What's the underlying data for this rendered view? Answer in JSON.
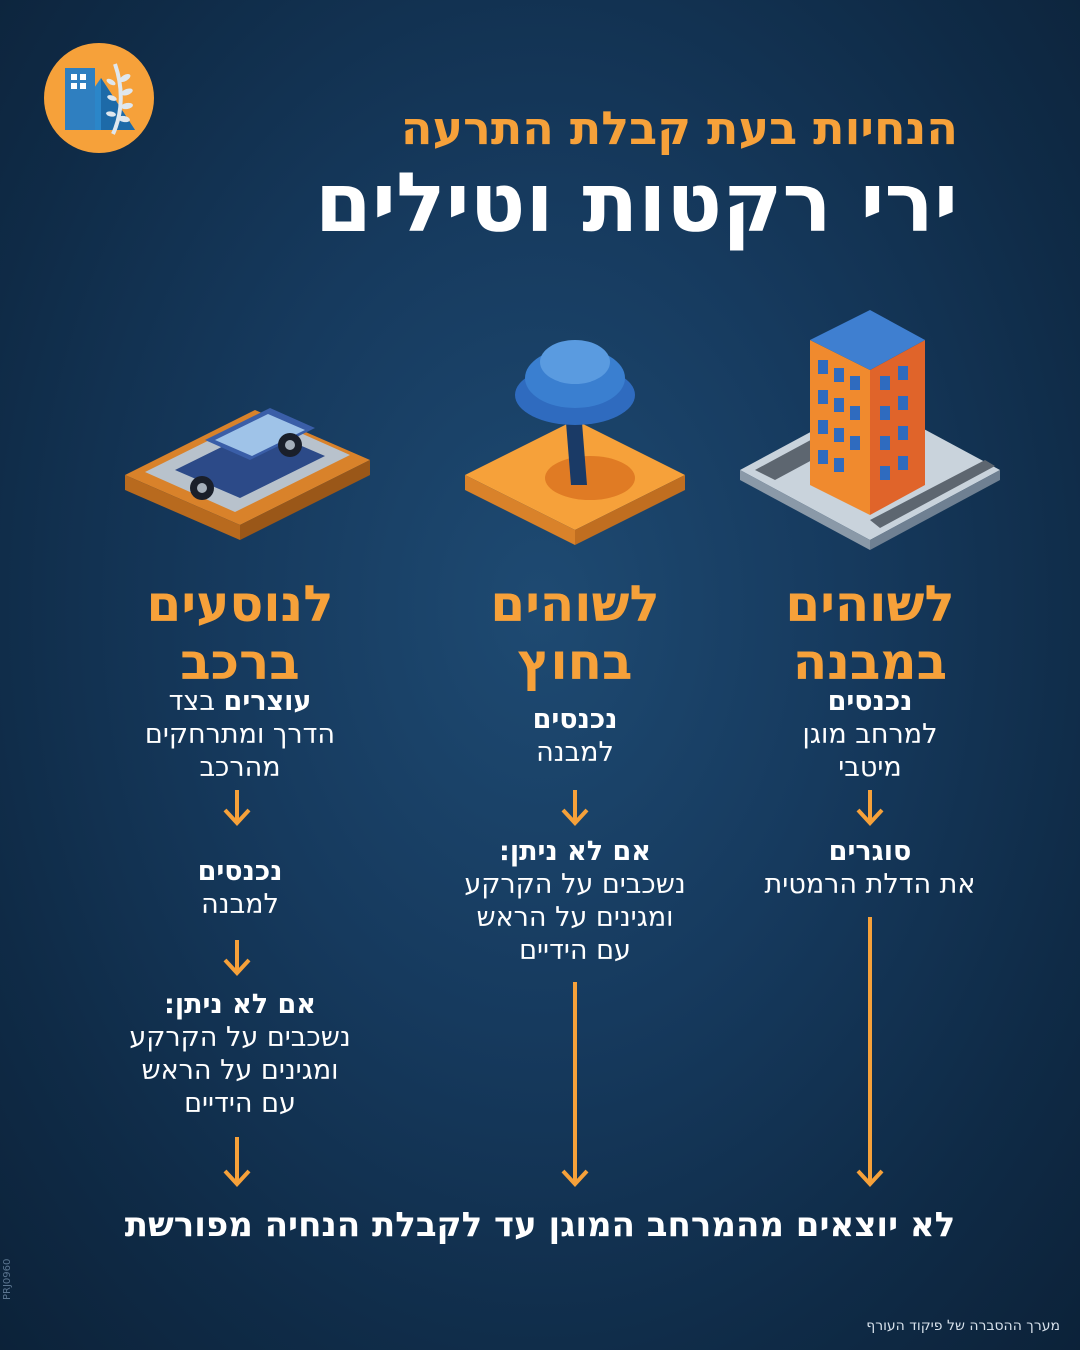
{
  "header": {
    "subtitle": "הנחיות בעת קבלת התרעה",
    "title": "ירי רקטות וטילים"
  },
  "columns": {
    "building": {
      "title_line1": "לשוהים",
      "title_line2": "במבנה",
      "step1_bold": "נכנסים",
      "step1_text1": "למרחב מוגן",
      "step1_text2": "מיטבי",
      "step2_bold": "סוגרים",
      "step2_text1": "את הדלת הרמטית"
    },
    "outside": {
      "title_line1": "לשוהים",
      "title_line2": "בחוץ",
      "step1_bold": "נכנסים",
      "step1_text1": "למבנה",
      "step2_bold": "אם לא ניתן:",
      "step2_text1": "נשכבים על הקרקע",
      "step2_text2": "ומגינים על הראש",
      "step2_text3": "עם הידיים"
    },
    "vehicle": {
      "title_line1": "לנוסעים",
      "title_line2": "ברכב",
      "step1_bold": "עוצרים",
      "step1_rest": "בצד",
      "step1_text1": "הדרך ומתרחקים",
      "step1_text2": "מהרכב",
      "step2_bold": "נכנסים",
      "step2_text1": "למבנה",
      "step3_bold": "אם לא ניתן:",
      "step3_text1": "נשכבים על הקרקע",
      "step3_text2": "ומגינים על הראש",
      "step3_text3": "עם הידיים"
    }
  },
  "footer": "לא יוצאים מהמרחב המוגן עד לקבלת הנחיה מפורשת",
  "credit": "מערך ההסברה של פיקוד העורף",
  "code": "PRJ0960",
  "colors": {
    "accent": "#f6a13a",
    "background": "#163a5e",
    "text": "#ffffff"
  },
  "icons": [
    "home-front-command-logo",
    "building-icon",
    "tree-icon",
    "car-icon",
    "arrow-down-icon"
  ]
}
